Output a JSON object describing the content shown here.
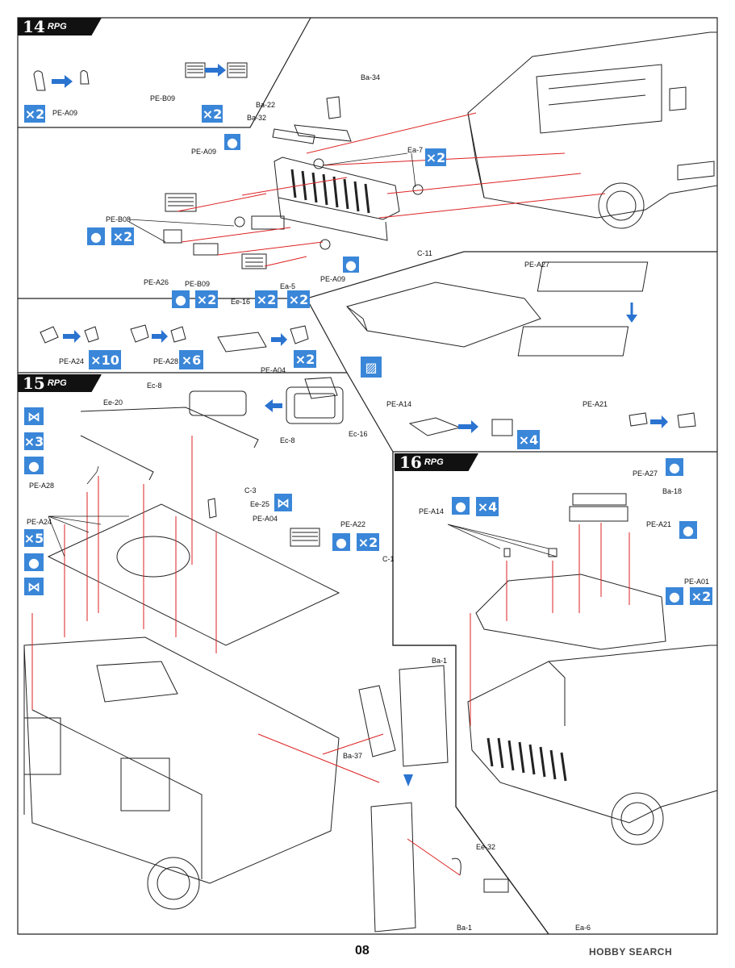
{
  "page_number": "08",
  "watermark": "HOBBY SEARCH",
  "brand": "RPG",
  "steps": [
    {
      "number": "14"
    },
    {
      "number": "15"
    },
    {
      "number": "16"
    }
  ],
  "labels": {
    "pe_a09_1": "PE-A09",
    "pe_b09_1": "PE-B09",
    "ba_34": "Ba-34",
    "ba_22": "Ba-22",
    "ba_32": "Ba-32",
    "pe_a09_2": "PE-A09",
    "ea_7": "Ea-7",
    "pe_b08": "PE-B08",
    "c_11": "C-11",
    "pe_a26": "PE-A26",
    "pe_b09_2": "PE-B09",
    "ea_5": "Ea-5",
    "pe_a09_3": "PE-A09",
    "ee_16": "Ee-16",
    "pe_a27_top": "PE-A27",
    "pe_a24_1": "PE-A24",
    "pe_a28_1": "PE-A28",
    "pe_a04_1": "PE-A04",
    "ec_8a": "Ec-8",
    "ec_8b": "Ec-8",
    "ec_16": "Ec-16",
    "ee_20": "Ee-20",
    "pe_a28_2": "PE-A28",
    "pe_a24_2": "PE-A24",
    "c_3": "C-3",
    "ee_25": "Ee-25",
    "pe_a04_2": "PE-A04",
    "pe_a22": "PE-A22",
    "c_1": "C-1",
    "pe_a14_1": "PE-A14",
    "pe_a21_1": "PE-A21",
    "pe_a27_2": "PE-A27",
    "ba_18": "Ba-18",
    "pe_a14_2": "PE-A14",
    "pe_a21_2": "PE-A21",
    "pe_a01": "PE-A01",
    "ba_1a": "Ba-1",
    "ba_37": "Ba-37",
    "ee_32": "Ee-32",
    "ba_1b": "Ba-1",
    "ea_6": "Ea-6"
  },
  "badges": {
    "x2": "×2",
    "x10": "×10",
    "x6": "×6",
    "x3": "×3",
    "x5": "×5",
    "x4": "×4"
  },
  "colors": {
    "badge_blue": "#3a86d8",
    "arrow_red": "#d22",
    "arrow_blue": "#2a73d0",
    "line": "#222"
  }
}
